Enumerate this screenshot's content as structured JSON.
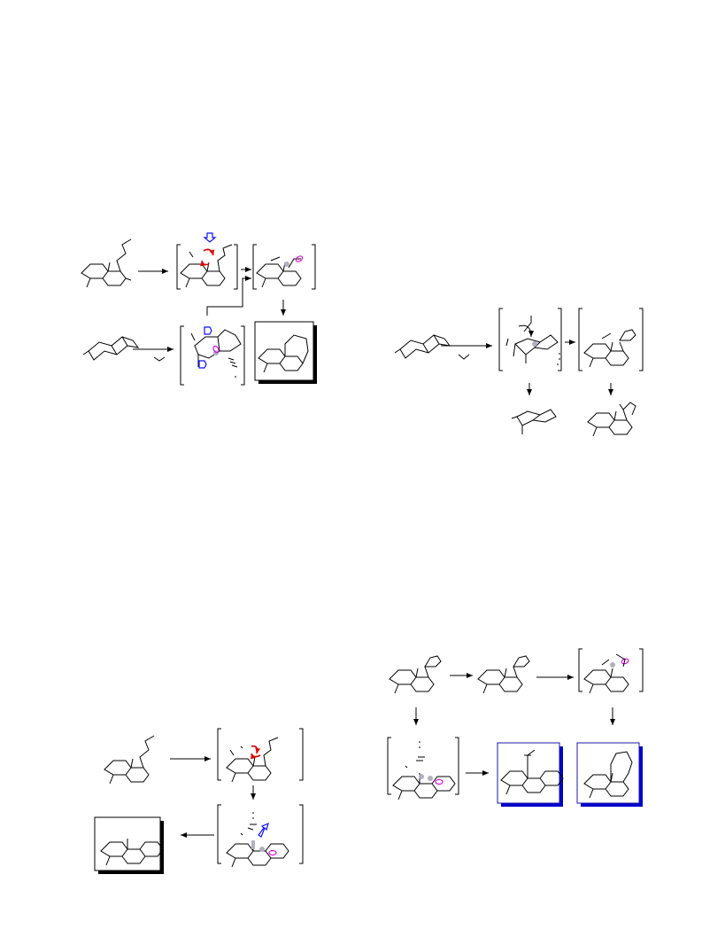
{
  "page": {
    "description_text": "",
    "background": "#ffffff"
  },
  "colors": {
    "line": "#000000",
    "arrow_red": "#e00000",
    "arrow_blue": "#1010ff",
    "orbital_magenta": "#e000e0",
    "lobe_gray": "#b0b0c0",
    "box_shadow": "#000000",
    "highlight_box_border": "#1a1aa6",
    "highlight_box_shadow": "#0000cc"
  },
  "schemes": [
    {
      "name": "scheme-top-left",
      "panels": [
        "substrate",
        "bracket-intermediate-1",
        "bracket-intermediate-2",
        "second-substrate",
        "bracket-intermediate-3",
        "boxed-product"
      ]
    },
    {
      "name": "scheme-middle-right",
      "panels": [
        "substrate",
        "bracket-intermediate-1",
        "bracket-intermediate-2",
        "product-a",
        "product-b"
      ]
    },
    {
      "name": "scheme-bottom-left",
      "panels": [
        "substrate",
        "bracket-intermediate-1",
        "bracket-intermediate-2",
        "boxed-product"
      ]
    },
    {
      "name": "scheme-bottom-right",
      "panels": [
        "substrate",
        "intermediate",
        "bracket-intermediate-1",
        "bracket-intermediate-2",
        "boxed-product-blue-1",
        "boxed-product-blue-2"
      ]
    }
  ],
  "icons": {
    "curved_arrow": "curved-arrow-icon",
    "block_arrow": "block-arrow-icon",
    "orbital_lobe": "orbital-lobe-icon"
  }
}
